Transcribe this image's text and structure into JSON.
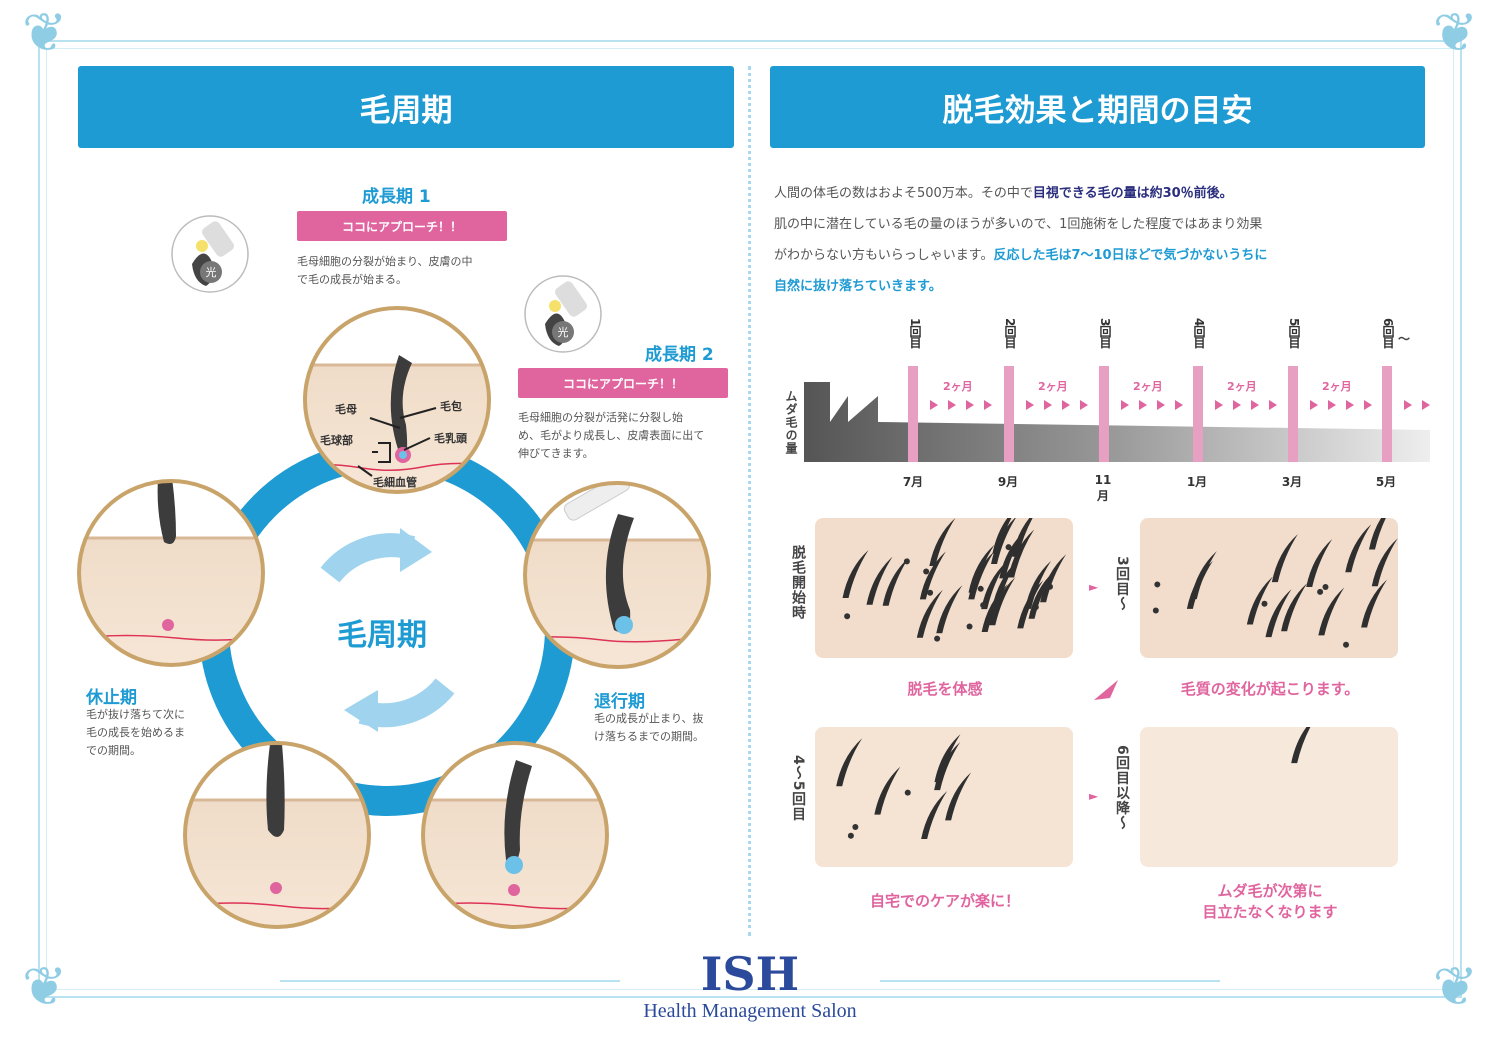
{
  "left": {
    "header": "毛周期",
    "center_label": "毛周期",
    "growth1": {
      "title": "成長期 1",
      "pill": "ココにアプローチ！！",
      "desc": [
        "毛母細胞の分裂が始まり、皮膚の中",
        "で毛の成長が始まる。"
      ]
    },
    "growth2": {
      "title": "成長期 2",
      "pill": "ココにアプローチ！！",
      "desc": [
        "毛母細胞の分裂が活発に分裂し始",
        "め、毛がより成長し、皮膚表面に出て",
        "伸びてきます。"
      ]
    },
    "regression": {
      "title": "退行期",
      "desc": [
        "毛の成長が止まり、抜",
        "け落ちるまでの期間。"
      ]
    },
    "rest": {
      "title": "休止期",
      "desc": [
        "毛が抜け落ちて次に",
        "毛の成長を始めるま",
        "での期間。"
      ]
    },
    "anatomy": {
      "hair_matrix": "毛母",
      "follicle": "毛包",
      "bulb": "毛球部",
      "papilla": "毛乳頭",
      "capillary": "毛細血管"
    },
    "icon_badge": "光"
  },
  "right": {
    "header": "脱毛効果と期間の目安",
    "intro": {
      "l1a": "人間の体毛の数はおよそ500万本。その中で",
      "l1b": "目視できる毛の量は約30％前後。",
      "l2": "肌の中に潜在している毛の量のほうが多いので、1回施術をした程度ではあまり効果",
      "l3a": "がわからない方もいらっしゃいます。",
      "l3b": "反応した毛は7～10日ほどで気づかないうちに",
      "l4": "自然に抜け落ちていきます。"
    },
    "timeline": {
      "ylabel": "ムダ毛の量",
      "sessions": [
        "1回目",
        "2回目",
        "3回目",
        "4回目",
        "5回目",
        "6回目"
      ],
      "session_suffix": "～",
      "interval": "2ヶ月",
      "months": [
        "7月",
        "9月",
        "11月",
        "1月",
        "3月",
        "5月"
      ]
    },
    "stages": {
      "s1_label": "脱毛開始時",
      "s2_label": "3回目～",
      "s3_label": "4～5回目",
      "s4_label": "6回目以降～",
      "cap1": "脱毛を体感",
      "cap2": "毛質の変化が起こります。",
      "cap3": "自宅でのケアが楽に！",
      "cap4a": "ムダ毛が次第に",
      "cap4b": "目立たなくなります"
    }
  },
  "brand": {
    "logo": "ISH",
    "sub": "Health Management Salon"
  },
  "colors": {
    "blue": "#1f9bd3",
    "pink": "#e0659f",
    "skin": "#f5e0cc",
    "navy": "#2b2f7e",
    "gold": "#b48a52"
  }
}
